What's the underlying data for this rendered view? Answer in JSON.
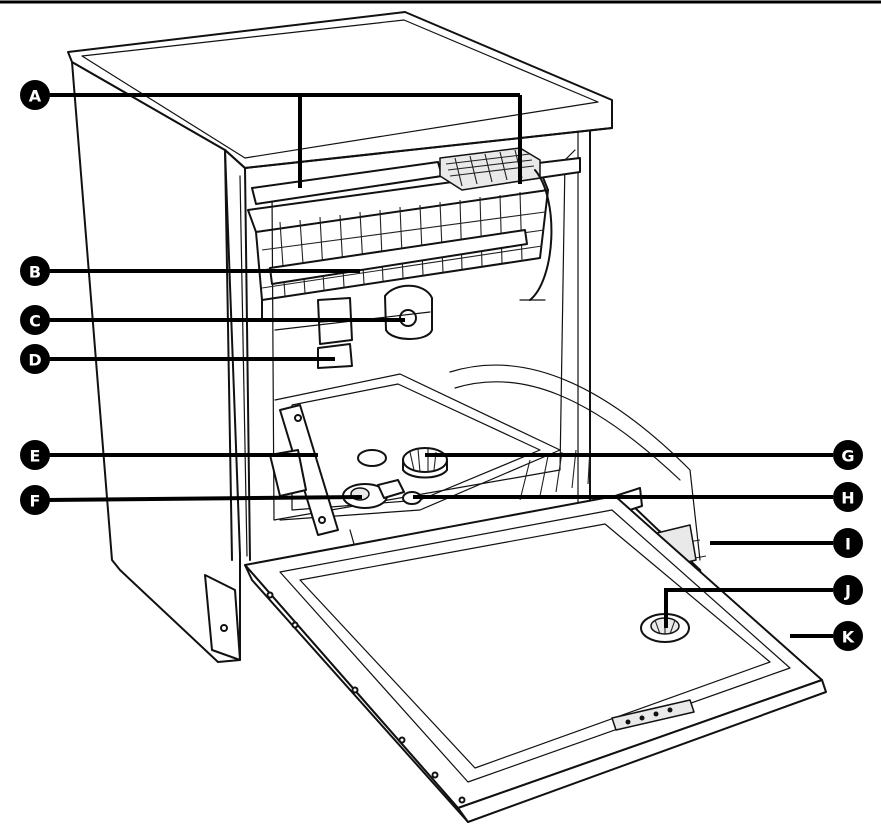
{
  "callouts": [
    {
      "id": "a",
      "letter": "A"
    },
    {
      "id": "b",
      "letter": "B"
    },
    {
      "id": "c",
      "letter": "C"
    },
    {
      "id": "d",
      "letter": "D"
    },
    {
      "id": "e",
      "letter": "E"
    },
    {
      "id": "f",
      "letter": "F"
    },
    {
      "id": "g",
      "letter": "G"
    },
    {
      "id": "h",
      "letter": "H"
    },
    {
      "id": "i",
      "letter": "I"
    },
    {
      "id": "j",
      "letter": "J"
    },
    {
      "id": "k",
      "letter": "K"
    }
  ],
  "colors": {
    "line": "#111111",
    "badge": "#000000",
    "badge_text": "#ffffff",
    "background": "#ffffff"
  }
}
